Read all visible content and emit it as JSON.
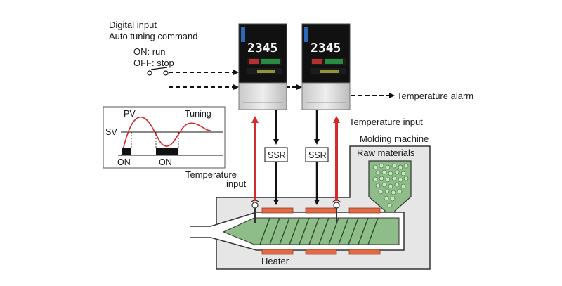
{
  "top_left": {
    "digital_input": "Digital input",
    "auto_tuning": "Auto tuning command",
    "on_run": "ON: run",
    "off_stop": "OFF: stop"
  },
  "controllers": [
    {
      "pv_display": "2345"
    },
    {
      "pv_display": "2345"
    }
  ],
  "labels": {
    "temperature_alarm": "Temperature alarm",
    "temperature_input_right": "Temperature input",
    "molding_machine": "Molding machine",
    "raw_materials": "Raw materials",
    "temperature_input_left_line1": "Temperature",
    "temperature_input_left_line2": "input",
    "heater": "Heater",
    "ssr_1": "SSR",
    "ssr_2": "SSR"
  },
  "tuning_graph": {
    "pv": "PV",
    "tuning": "Tuning",
    "sv": "SV",
    "on_1": "ON",
    "on_2": "ON"
  },
  "colors": {
    "signal_red": "#d42a2a",
    "heater_orange": "#e06a44",
    "material_green": "#8fbd8a",
    "machine_gray": "#e6e6e6"
  }
}
